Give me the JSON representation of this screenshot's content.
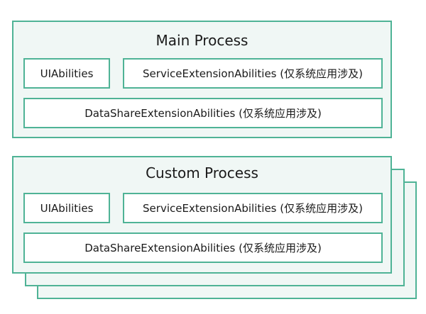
{
  "colors": {
    "border": "#4fb396",
    "panel_fill": "#f0f7f5",
    "item_fill": "#ffffff",
    "text": "#1a1a1a"
  },
  "main_process": {
    "title": "Main Process",
    "items": {
      "ui_abilities": "UIAbilities",
      "service_extension": "ServiceExtensionAbilities (仅系统应用涉及)",
      "datashare_extension": "DataShareExtensionAbilities (仅系统应用涉及)"
    }
  },
  "custom_process": {
    "title": "Custom Process",
    "items": {
      "ui_abilities": "UIAbilities",
      "service_extension": "ServiceExtensionAbilities (仅系统应用涉及)",
      "datashare_extension": "DataShareExtensionAbilities (仅系统应用涉及)"
    }
  }
}
